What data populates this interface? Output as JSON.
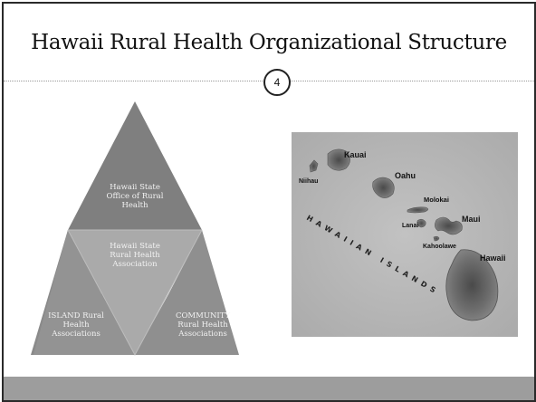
{
  "slide": {
    "title": "Hawaii Rural Health Organizational Structure",
    "page_number": "4"
  },
  "diagram": {
    "top": "Hawaii State Office of Rural Health",
    "center": "Hawaii State Rural Health Association",
    "left": "ISLAND Rural Health Associations",
    "right": "COMMUNITY Rural Health Associations"
  },
  "map": {
    "caption": "HAWAIIAN ISLANDS",
    "islands": [
      "Niihau",
      "Kauai",
      "Oahu",
      "Molokai",
      "Lanai",
      "Maui",
      "Kahoolawe",
      "Hawaii"
    ]
  },
  "colors": {
    "triangle_dark": "#7a7a7a",
    "triangle_light": "#9b9b9b",
    "map_background": "#b9b9b9",
    "footer": "#9d9d9d"
  }
}
